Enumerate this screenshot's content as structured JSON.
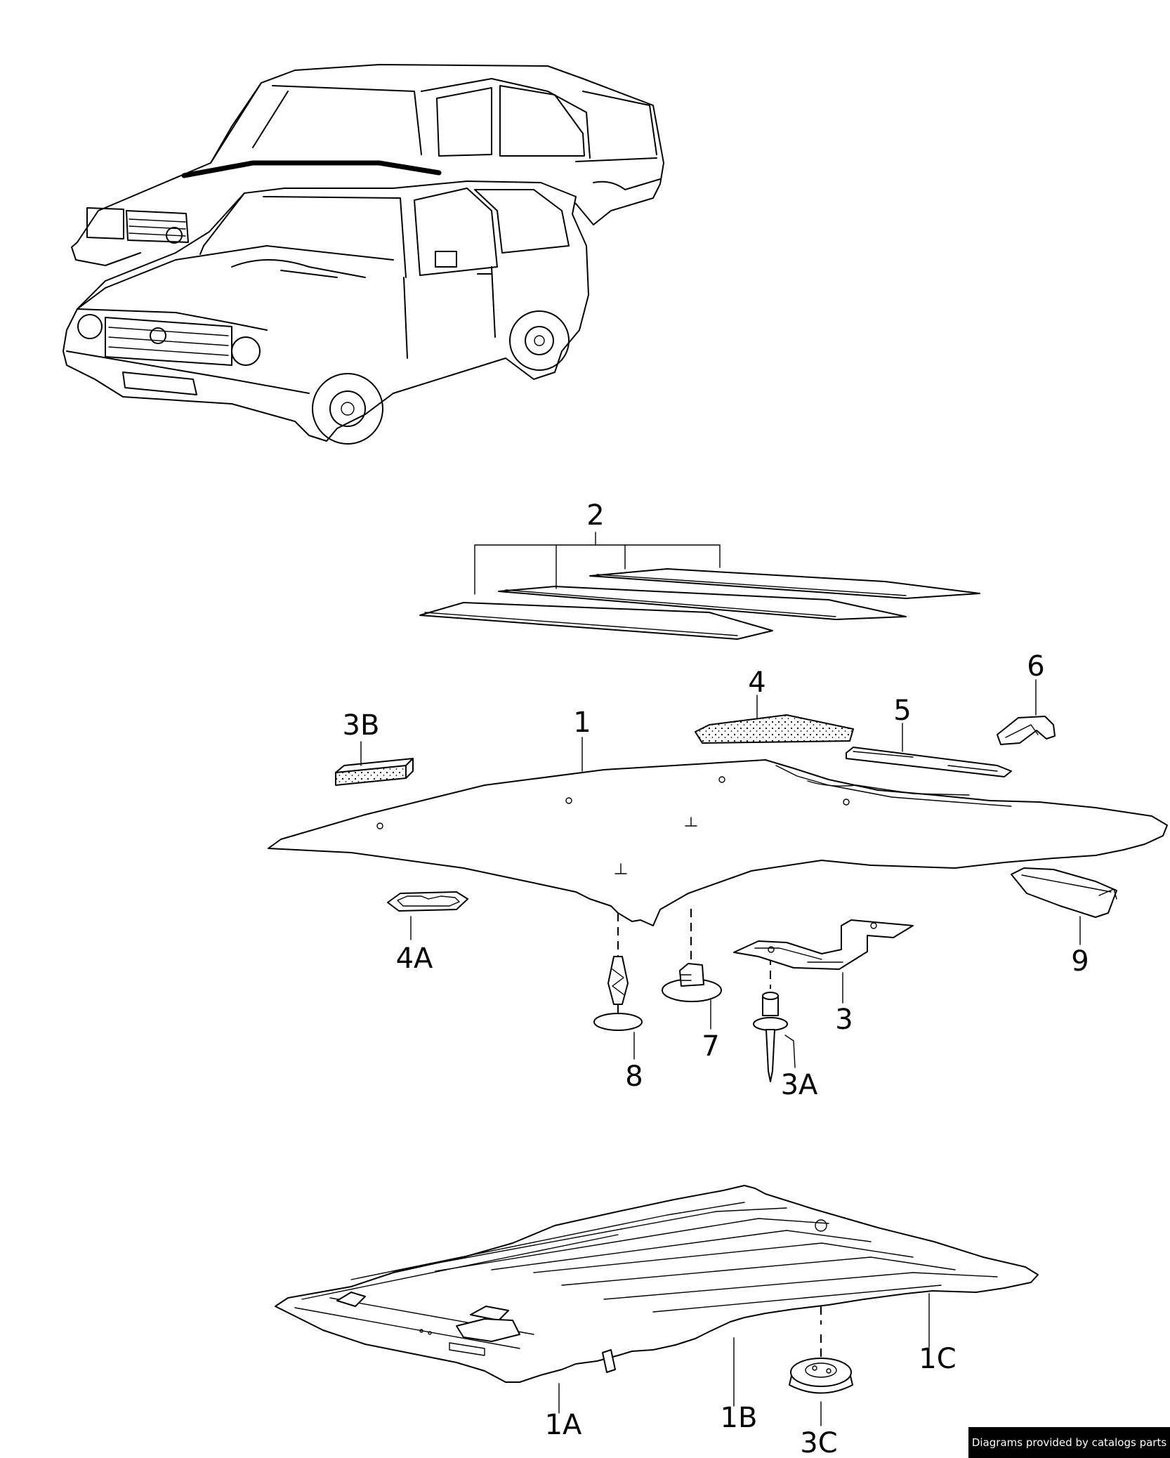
{
  "labels": {
    "1": "1",
    "1A": "1A",
    "1B": "1B",
    "1C": "1C",
    "2": "2",
    "3": "3",
    "3A": "3A",
    "3B": "3B",
    "3C": "3C",
    "4": "4",
    "4A": "4A",
    "5": "5",
    "6": "6",
    "7": "7",
    "8": "8",
    "9": "9"
  },
  "watermark": "Diagrams provided by catalogs parts"
}
